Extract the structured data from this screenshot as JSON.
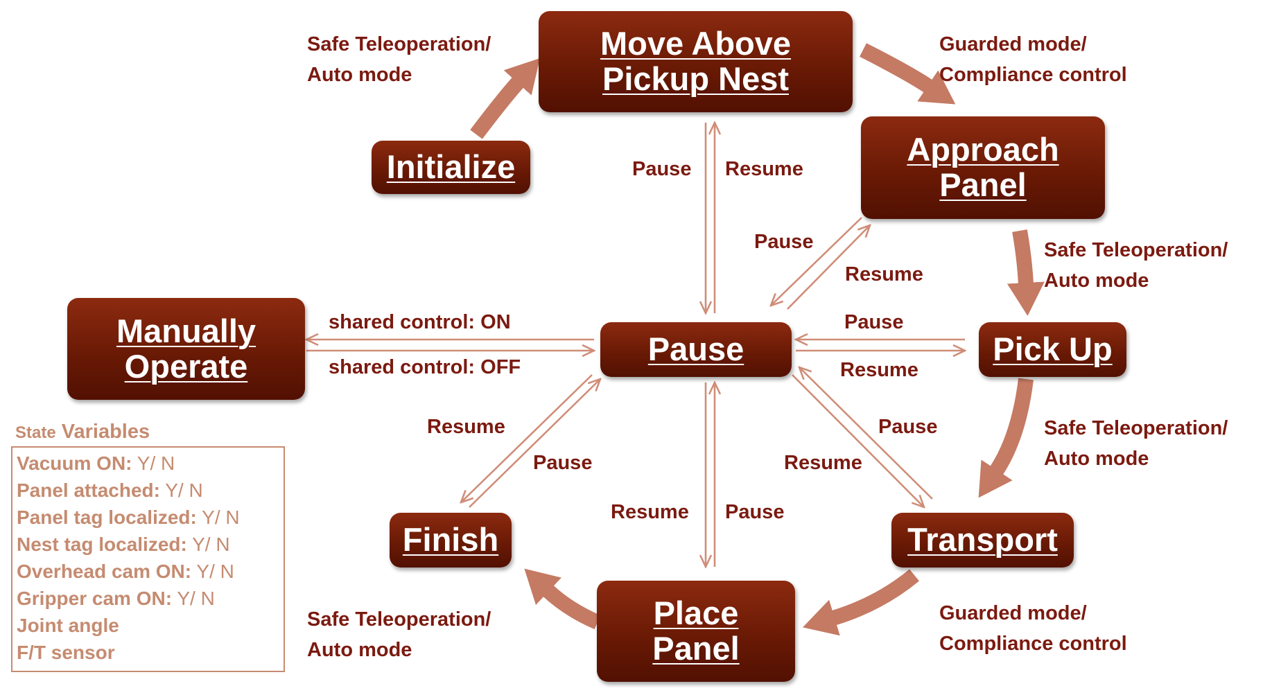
{
  "states": {
    "move_above": [
      "Move Above",
      "Pickup Nest"
    ],
    "initialize": [
      "Initialize"
    ],
    "approach": [
      "Approach",
      "Panel"
    ],
    "manual": [
      "Manually",
      "Operate"
    ],
    "pause": [
      "Pause"
    ],
    "pickup": [
      "Pick Up"
    ],
    "finish": [
      "Finish"
    ],
    "transport": [
      "Transport"
    ],
    "place": [
      "Place",
      "Panel"
    ]
  },
  "transitions": {
    "init_to_move": [
      "Safe Teleoperation/",
      "Auto mode"
    ],
    "move_to_approach": [
      "Guarded mode/",
      "Compliance control"
    ],
    "approach_to_pickup": [
      "Safe Teleoperation/",
      "Auto mode"
    ],
    "pickup_to_transport": [
      "Safe Teleoperation/",
      "Auto mode"
    ],
    "transport_to_place": [
      "Guarded mode/",
      "Compliance control"
    ],
    "place_to_finish": [
      "Safe Teleoperation/",
      "Auto mode"
    ]
  },
  "pause_links": {
    "pause": "Pause",
    "resume": "Resume",
    "shared_on": "shared control: ON",
    "shared_off": "shared control: OFF"
  },
  "legend": {
    "title_small": "State",
    "title_big": "Variables",
    "rows": [
      {
        "key": "Vacuum ON:",
        "value": "Y/ N"
      },
      {
        "key": "Panel attached:",
        "value": "Y/ N"
      },
      {
        "key": "Panel tag localized:",
        "value": "Y/ N"
      },
      {
        "key": "Nest tag localized:",
        "value": "Y/ N"
      },
      {
        "key": "Overhead cam ON:",
        "value": "Y/ N"
      },
      {
        "key": "Gripper cam ON:",
        "value": "Y/ N"
      },
      {
        "key": "Joint angle",
        "value": ""
      },
      {
        "key": "F/T sensor",
        "value": ""
      }
    ]
  },
  "colors": {
    "node_fill": "#6a1a05",
    "thick_arrow": "#c57a63",
    "thin_arrow": "#cf8d78",
    "label_text": "#7b1a10",
    "legend": "#c58b70"
  }
}
